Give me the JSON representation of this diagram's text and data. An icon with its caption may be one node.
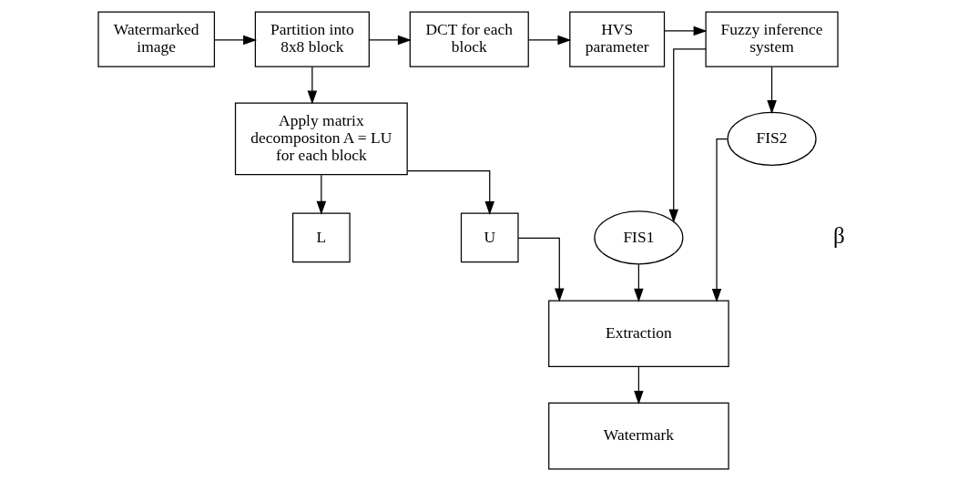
{
  "diagram": {
    "nodes": [
      {
        "text": [
          "Watermarked image"
        ]
      },
      {
        "text": [
          "Partition into 8x8 block"
        ]
      },
      {
        "text": [
          "DCT for each block"
        ]
      },
      {
        "text": [
          "HVS parameter"
        ]
      },
      {
        "text": [
          "Fuzzy inference system"
        ]
      },
      {
        "text": [
          "Apply matrix decompositon A = LU for each block"
        ]
      },
      {
        "text": [
          "FIS1"
        ]
      },
      {
        "text": [
          "FIS2"
        ]
      },
      {
        "text": [
          "L"
        ]
      },
      {
        "text": [
          "U"
        ]
      },
      {
        "text": [
          "Extraction"
        ]
      },
      {
        "text": [
          "Watermark"
        ]
      }
    ],
    "edges": [
      {
        "from": 0,
        "to": 1,
        "arrow": "to"
      },
      {
        "from": 1,
        "to": 2,
        "arrow": "to"
      },
      {
        "from": 2,
        "to": 3,
        "arrow": "to"
      },
      {
        "from": 3,
        "to": 4,
        "arrow": "to"
      },
      {
        "from": 1,
        "to": 5,
        "arrow": "to"
      },
      {
        "from": 4,
        "to": 6,
        "arrow": "to"
      },
      {
        "from": 4,
        "to": 7,
        "arrow": "to"
      },
      {
        "from": 5,
        "to": 8,
        "arrow": "to"
      },
      {
        "from": 5,
        "to": 9,
        "arrow": "to"
      },
      {
        "from": 6,
        "to": 10,
        "arrow": "to"
      },
      {
        "from": 7,
        "to": 10,
        "arrow": "to"
      },
      {
        "from": 9,
        "to": 10,
        "arrow": "to"
      },
      {
        "from": 10,
        "to": 11,
        "arrow": "to"
      }
    ],
    "labels": [
      "β"
    ]
  }
}
